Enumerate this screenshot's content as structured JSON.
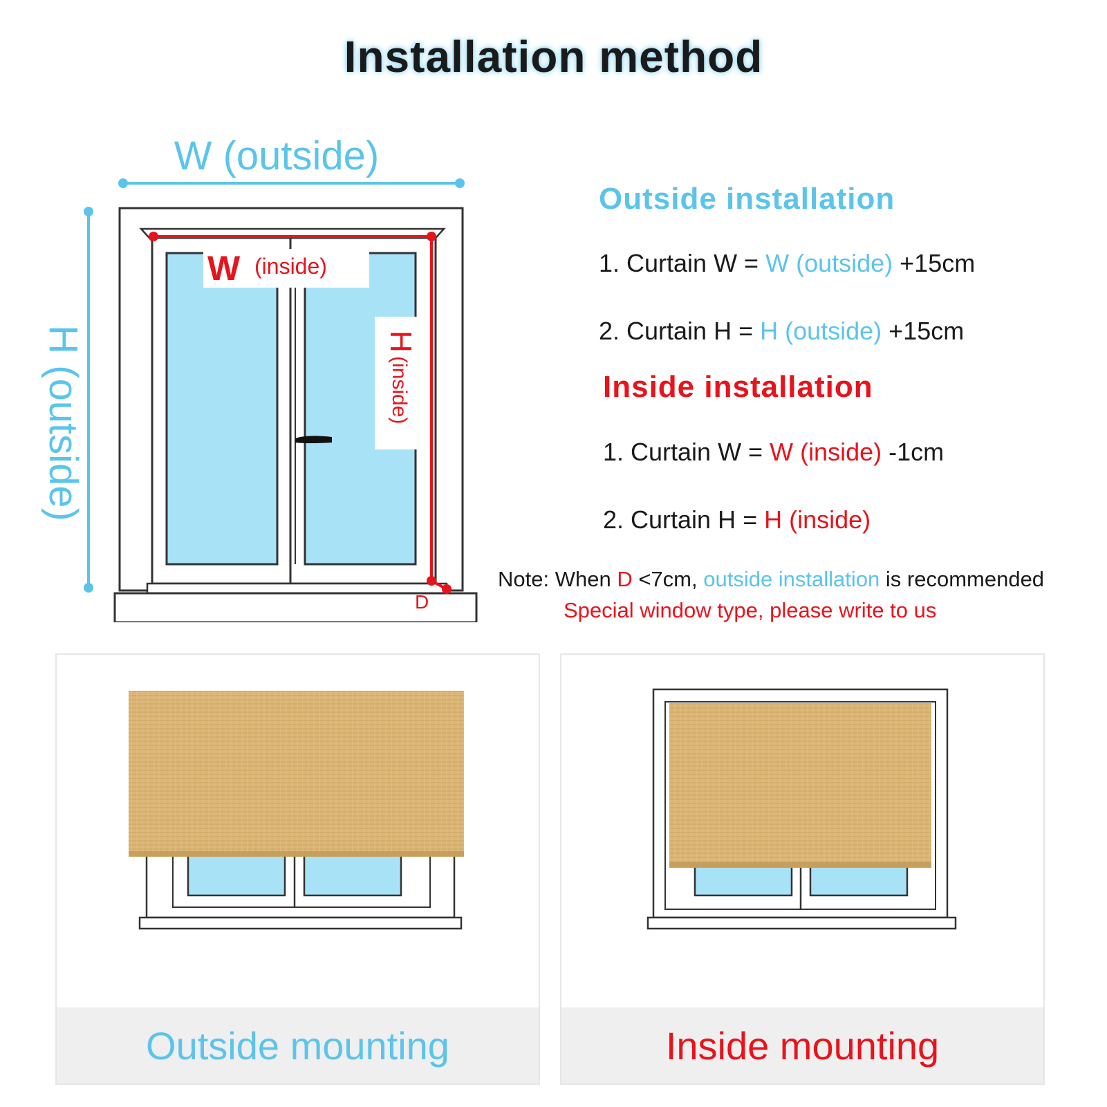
{
  "title": "Installation method",
  "diagram": {
    "w_outside": "W (outside)",
    "h_outside": "H (outside)",
    "w_inside_letter": "W",
    "w_inside_paren": "(inside)",
    "h_inside_letter": "H",
    "h_inside_paren": "(inside)",
    "d_label": "D"
  },
  "outside": {
    "heading": "Outside installation",
    "line1": {
      "prefix": "1. Curtain W = ",
      "ref": "W (outside)",
      "suffix": " +15cm"
    },
    "line2": {
      "prefix": "2. Curtain H = ",
      "ref": "H (outside)",
      "suffix": " +15cm"
    }
  },
  "inside": {
    "heading": "Inside installation",
    "line1": {
      "prefix": "1. Curtain W = ",
      "ref": "W (inside)",
      "suffix": " -1cm"
    },
    "line2": {
      "prefix": "2. Curtain H = ",
      "ref": "H (inside)",
      "suffix": ""
    }
  },
  "note": {
    "p1": "Note: When ",
    "d": "D",
    "p2": " <7cm, ",
    "link": "outside installation",
    "p3": " is recommended",
    "special": "Special window type, please write to us"
  },
  "panels": {
    "outside_label": "Outside mounting",
    "inside_label": "Inside mounting"
  },
  "colors": {
    "blue": "#5bc4ea",
    "red": "#e8131b",
    "glass": "#a8e2f7",
    "shade": "#dcb676"
  }
}
